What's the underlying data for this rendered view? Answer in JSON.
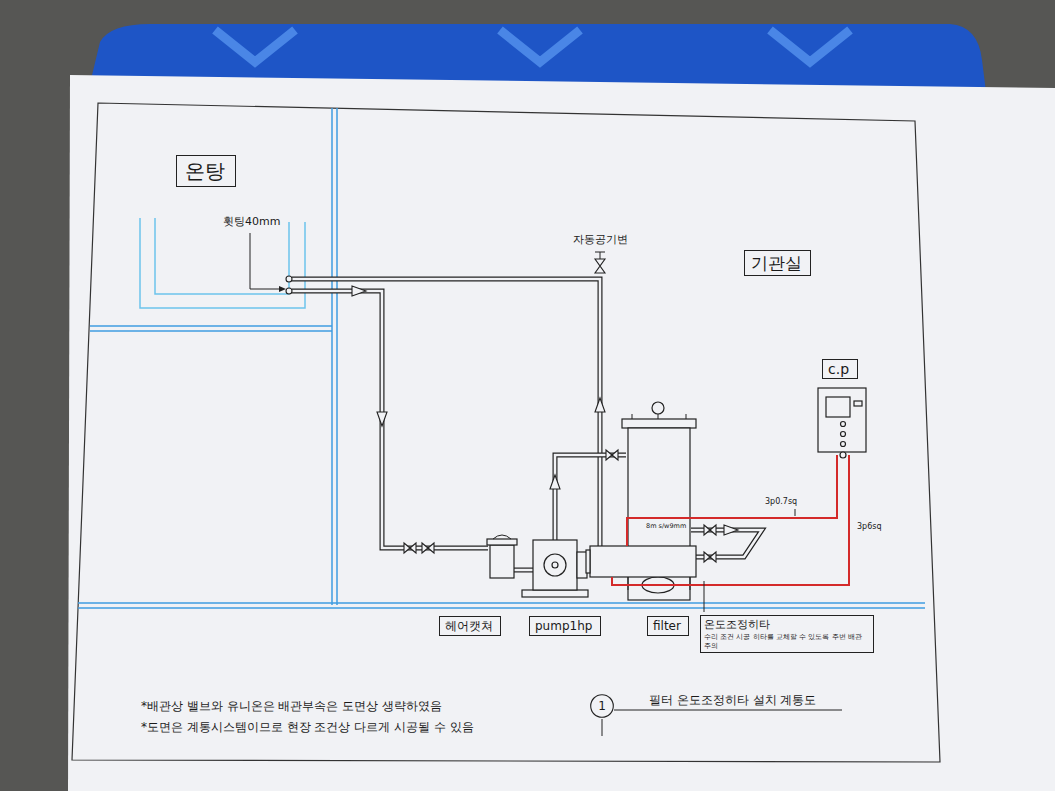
{
  "diagram": {
    "title": "필터 온도조정히타 설치 계통도",
    "nodes": [
      {
        "text": [
          "온탕"
        ]
      },
      {
        "text": [
          "기관실"
        ]
      },
      {
        "text": [
          "c.p"
        ]
      },
      {
        "text": [
          "헤어캣쳐"
        ]
      },
      {
        "text": [
          "pump1hp"
        ]
      },
      {
        "text": [
          "filter"
        ]
      },
      {
        "text": [
          "온도조정히타",
          "수리 조건 시공 히타를 교체할 수 있도록 주변 배관 주의"
        ]
      },
      {
        "text": [
          "1"
        ]
      }
    ],
    "labels": [
      "휫팅40mm",
      "자동공기변",
      "3p0.7sq",
      "3p6sq",
      "8m s/w9mm",
      "*배관상 밸브와 유니온은 배관부속은 도면상 생략하였음",
      "*도면은 계통시스템이므로 현장 조건상 다르게 시공될 수 있음"
    ]
  }
}
